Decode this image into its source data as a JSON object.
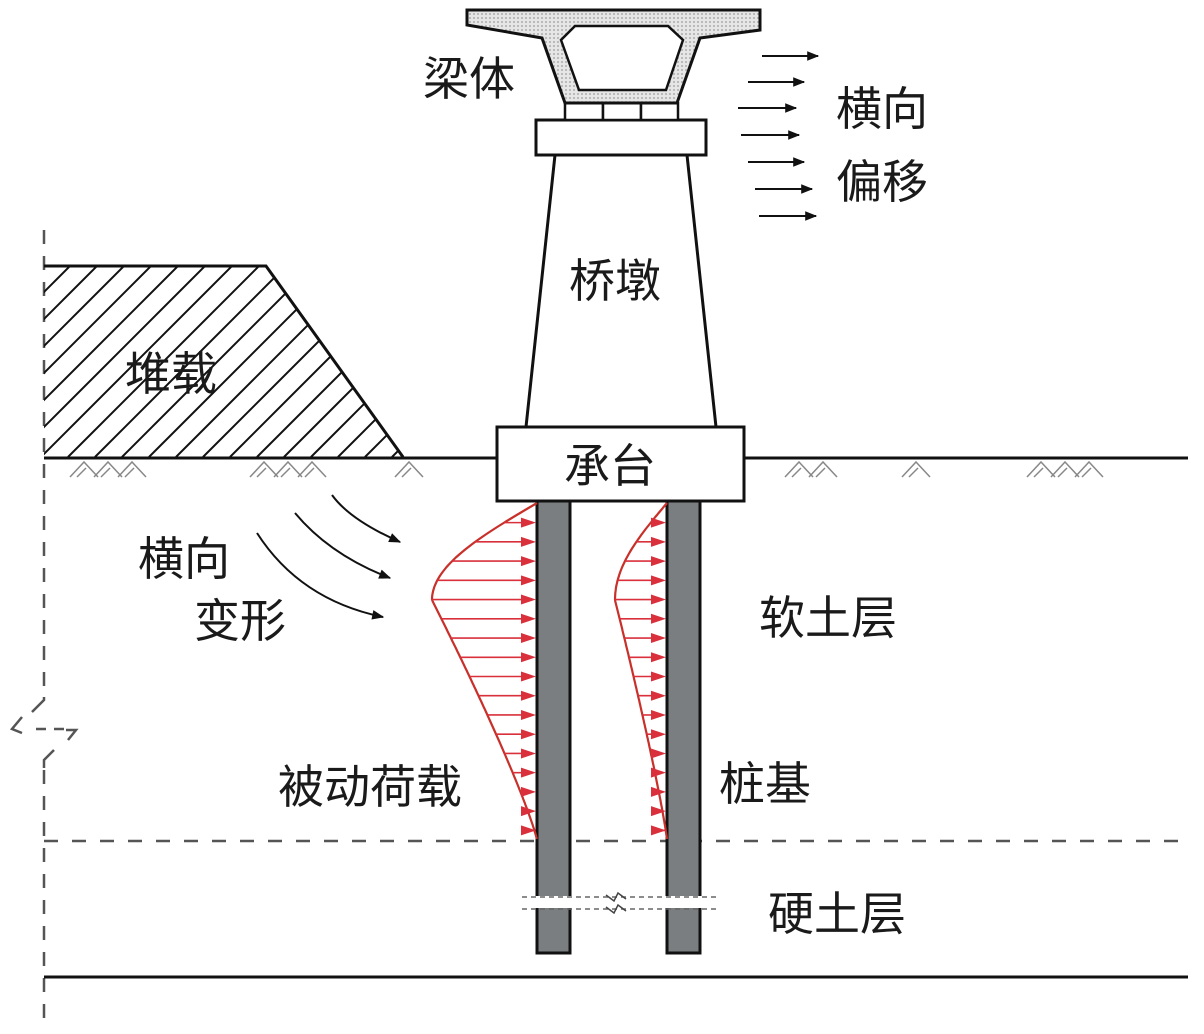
{
  "title": "桥梁桩基受堆载横向变形示意图",
  "colors": {
    "line": "#111111",
    "pile_fill": "#7a7e80",
    "load": "#d9303c",
    "load_curve": "#c8302a",
    "dash": "#555555",
    "hatch": "#888888",
    "deck_fill": "#d8d8d8"
  },
  "labels": {
    "girder": "梁体",
    "lateral_offset_1": "横向",
    "lateral_offset_2": "偏移",
    "pier": "桥墩",
    "surcharge": "堆载",
    "pile_cap": "承台",
    "lateral_deform_1": "横向",
    "lateral_deform_2": "变形",
    "soft_soil": "软土层",
    "passive_load": "被动荷载",
    "pile": "桩基",
    "hard_soil": "硬土层"
  },
  "components": [
    {
      "id": "girder",
      "label": "梁体",
      "type": "box-girder cross section"
    },
    {
      "id": "bearings",
      "count": 3
    },
    {
      "id": "pier-cap"
    },
    {
      "id": "pier",
      "label": "桥墩"
    },
    {
      "id": "pile-cap",
      "label": "承台"
    },
    {
      "id": "piles",
      "count": 2,
      "label": "桩基"
    },
    {
      "id": "surcharge",
      "label": "堆载"
    },
    {
      "id": "soil-layers",
      "layers": [
        "软土层",
        "硬土层"
      ]
    }
  ],
  "offset_arrows_count": 7,
  "deform_arrows_count": 3,
  "load_arrows_per_pile": 17
}
